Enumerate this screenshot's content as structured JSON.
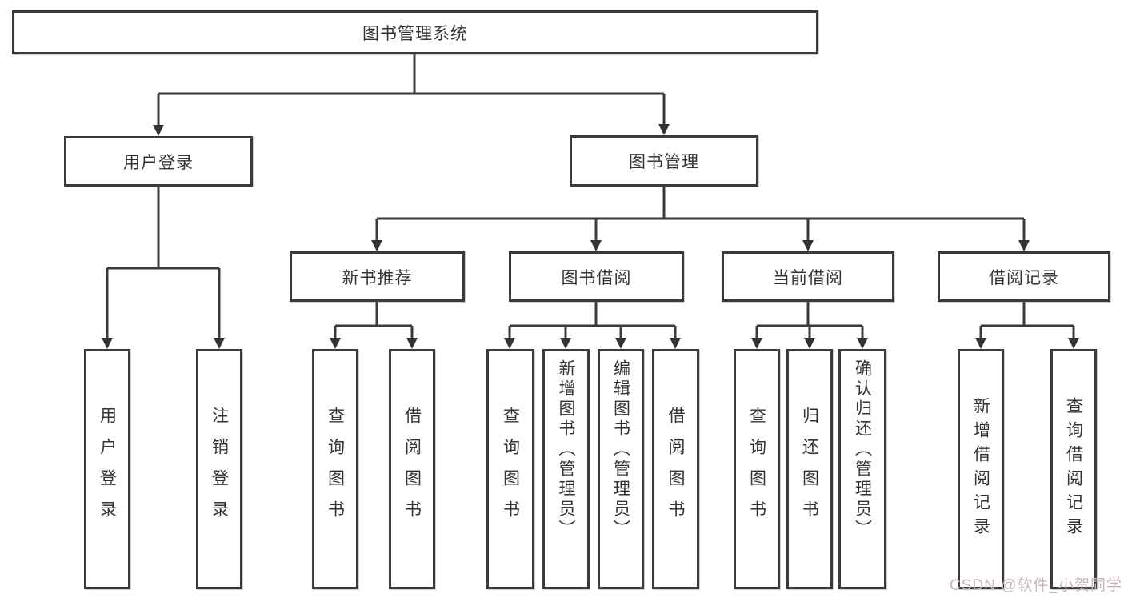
{
  "diagram": {
    "root": {
      "label": "图书管理系统"
    },
    "level2": {
      "user_login": {
        "label": "用户登录"
      },
      "book_mgmt": {
        "label": "图书管理"
      }
    },
    "level3": {
      "new_book_rec": {
        "label": "新书推荐"
      },
      "book_borrow": {
        "label": "图书借阅"
      },
      "current_borrow": {
        "label": "当前借阅"
      },
      "borrow_records": {
        "label": "借阅记录"
      }
    },
    "leaves": {
      "ul_login": {
        "label": "用户登录"
      },
      "ul_logout": {
        "label": "注销登录"
      },
      "nb_query": {
        "label": "查询图书"
      },
      "nb_borrow": {
        "label": "借阅图书"
      },
      "bb_query": {
        "label": "查询图书"
      },
      "bb_add": {
        "label": "新增图书（管理员）"
      },
      "bb_edit": {
        "label": "编辑图书（管理员）"
      },
      "bb_borrow": {
        "label": "借阅图书"
      },
      "cb_query": {
        "label": "查询图书"
      },
      "cb_return": {
        "label": "归还图书"
      },
      "cb_confirm": {
        "label": "确认归还（管理员）"
      },
      "br_add": {
        "label": "新增借阅记录"
      },
      "br_query": {
        "label": "查询借阅记录"
      }
    },
    "colors": {
      "line": "#3a3a3a",
      "text": "#333333",
      "background": "#ffffff",
      "watermark": "#c8b6b6"
    }
  },
  "watermark": {
    "text": "CSDN @软件_小贺同学"
  }
}
